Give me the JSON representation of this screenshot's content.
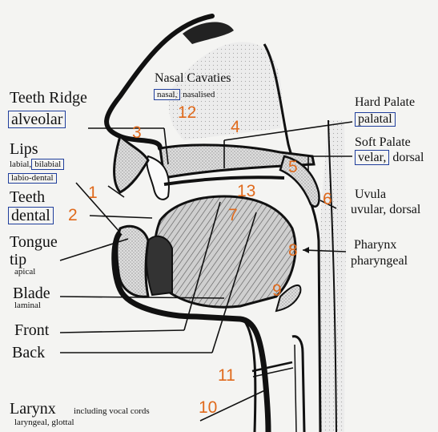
{
  "colors": {
    "marker": "#e06a1c",
    "box": "#1f3e9c",
    "line": "#111111",
    "stipple": "#b9b9b9"
  },
  "labels": {
    "nasal_cavaties": "Nasal Cavaties",
    "nasal_boxed": "nasal,",
    "nasalised": "nasalised",
    "teeth_ridge": "Teeth Ridge",
    "alveolar": "alveolar",
    "lips": "Lips",
    "labial": "labial,",
    "bilabial": "bilabial",
    "labio_dental": "labio-dental",
    "teeth": "Teeth",
    "dental": "dental",
    "tongue": "Tongue",
    "tip": "tip",
    "apical": "apical",
    "blade": "Blade",
    "laminal": "laminal",
    "front": "Front",
    "back": "Back",
    "larynx": "Larynx",
    "vocal_cords": "including vocal cords",
    "laryngeal": "laryngeal, glottal",
    "hard_palate": "Hard Palate",
    "palatal": "palatal",
    "soft_palate": "Soft Palate",
    "velar": "velar,",
    "dorsal": "dorsal",
    "uvula": "Uvula",
    "uvular": "uvular, dorsal",
    "pharynx": "Pharynx",
    "pharyngeal": "pharyngeal"
  },
  "numbers": {
    "n1": "1",
    "n2": "2",
    "n3": "3",
    "n4": "4",
    "n5": "5",
    "n6": "6",
    "n7": "7",
    "n8": "8",
    "n9": "9",
    "n10": "10",
    "n11": "11",
    "n12": "12",
    "n13": "13"
  }
}
